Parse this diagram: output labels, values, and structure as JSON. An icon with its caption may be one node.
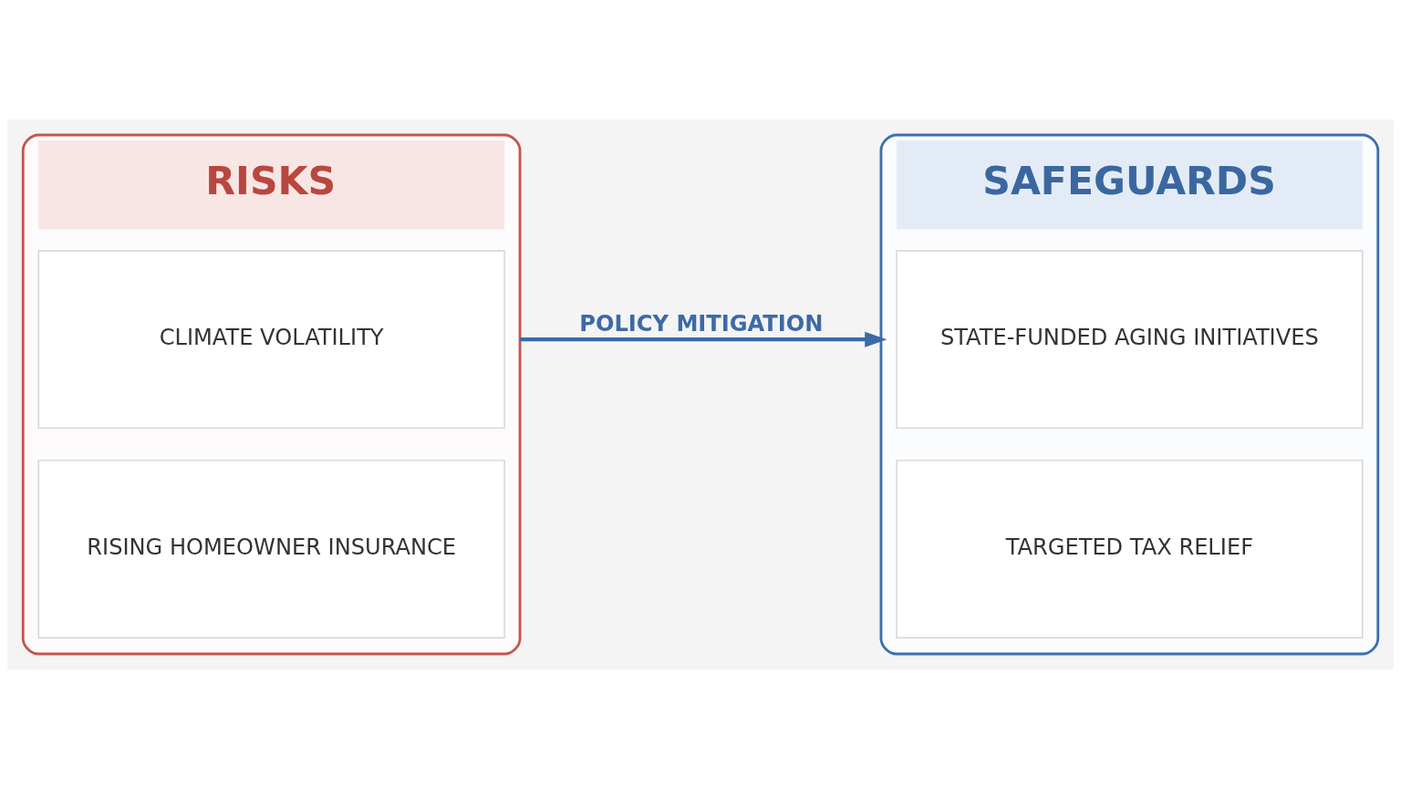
{
  "diagram": {
    "nodes": [
      {
        "text": [
          "RISKS"
        ]
      },
      {
        "text": [
          "CLIMATE VOLATILITY"
        ],
        "in": 0
      },
      {
        "text": [
          "RISING HOMEOWNER INSURANCE"
        ],
        "in": 0
      },
      {
        "text": [
          "SAFEGUARDS"
        ]
      },
      {
        "text": [
          "STATE-FUNDED AGING INITIATIVES"
        ],
        "in": 3
      },
      {
        "text": [
          "TARGETED TAX RELIEF"
        ],
        "in": 3
      }
    ],
    "edges": [
      {
        "from": 0,
        "to": 3,
        "label": "POLICY MITIGATION",
        "arrow": "to"
      }
    ]
  }
}
